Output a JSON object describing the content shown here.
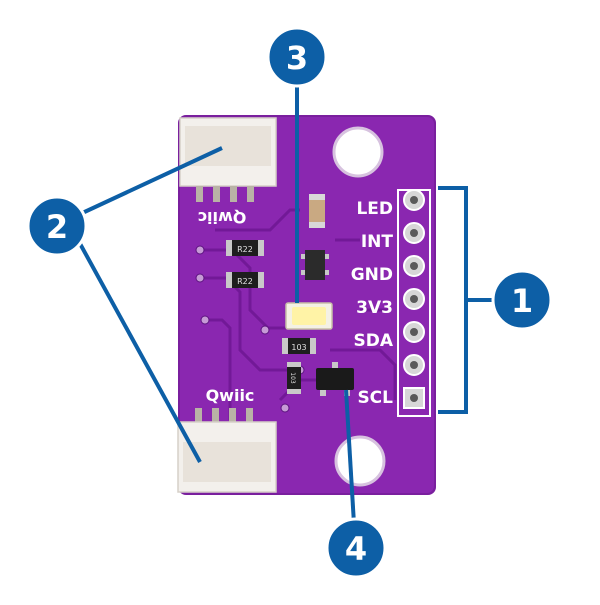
{
  "board": {
    "pcb_color": "#7b1fa2",
    "pin_labels": [
      "LED",
      "INT",
      "GND",
      "3V3",
      "SDA",
      "SCL"
    ],
    "connector_labels": {
      "top_mirrored": "Qwiic",
      "bottom": "Qwiic"
    },
    "component_markings": {
      "r1": "R22",
      "r2": "R22",
      "c1": "103",
      "c2": "103"
    }
  },
  "callouts": [
    {
      "number": "1",
      "target": "pin-header"
    },
    {
      "number": "2",
      "target": "qwiic-connectors"
    },
    {
      "number": "3",
      "target": "led"
    },
    {
      "number": "4",
      "target": "transistor"
    }
  ],
  "colors": {
    "callout_fill": "#0d5fa6",
    "callout_line": "#0d5fa6",
    "callout_text": "#ffffff",
    "silkscreen": "#ffffff"
  }
}
